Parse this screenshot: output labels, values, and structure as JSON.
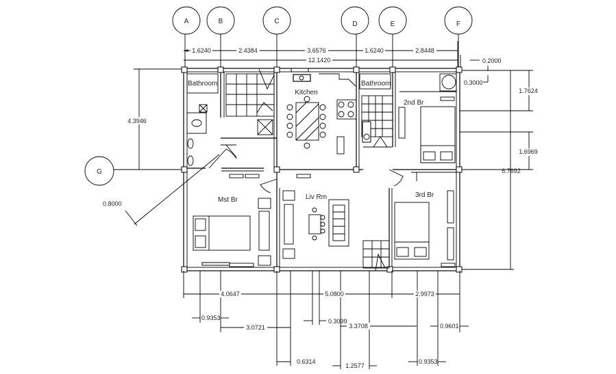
{
  "grid_bubbles": {
    "A": "A",
    "B": "B",
    "C": "C",
    "D": "D",
    "E": "E",
    "F": "F",
    "G": "G"
  },
  "rooms": {
    "bathroom_left": "Bathroom",
    "bathroom_right": "Bathroom",
    "kitchen": "Kitchen",
    "second_bedroom": "2nd Br",
    "master_bedroom": "Mst Br",
    "living_room": "Liv Rm",
    "third_bedroom": "3rd Br"
  },
  "dimensions": {
    "top": [
      "1.6240",
      "2.4384",
      "3.6576",
      "1.6240",
      "2.8448"
    ],
    "top_total": "12.1420",
    "top_right_offset": "0.2000",
    "right_offset": "0.3000",
    "left_height": "4.3946",
    "right": [
      "1.7624",
      "1.6969"
    ],
    "right_total": "6.7692",
    "diagonal": "0.8000",
    "bottom_row1": [
      "4.0647",
      "5.0800",
      "2.9973"
    ],
    "bottom_row2": [
      "0.9353",
      "3.0721",
      "0.3099",
      "3.3708",
      "0.9601"
    ],
    "bottom_row3": [
      "0.6314",
      "1.2577",
      "0.9353"
    ]
  }
}
